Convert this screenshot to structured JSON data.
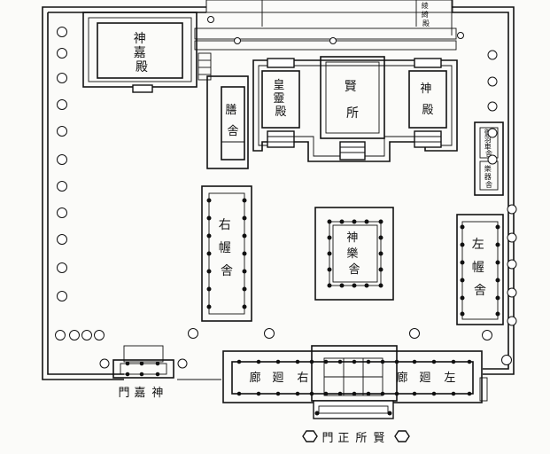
{
  "labels": {
    "shinkaden": "神嘉殿",
    "zenkan": "膳舎",
    "koreiden": "皇靈殿",
    "kashikodokoro": "賢所",
    "shinden": "神殿",
    "ryoki": "綾綺殿",
    "gomusha": "御羽車舎",
    "gakkisha": "樂器舎",
    "ugekusha": "右幄舎",
    "kagurasha": "神樂舎",
    "sagekusha": "左幄舎",
    "ukairo": "右廻廊",
    "sakairo": "左廻廊",
    "shinkamon": "神嘉門",
    "seimon": "賢所正門"
  }
}
